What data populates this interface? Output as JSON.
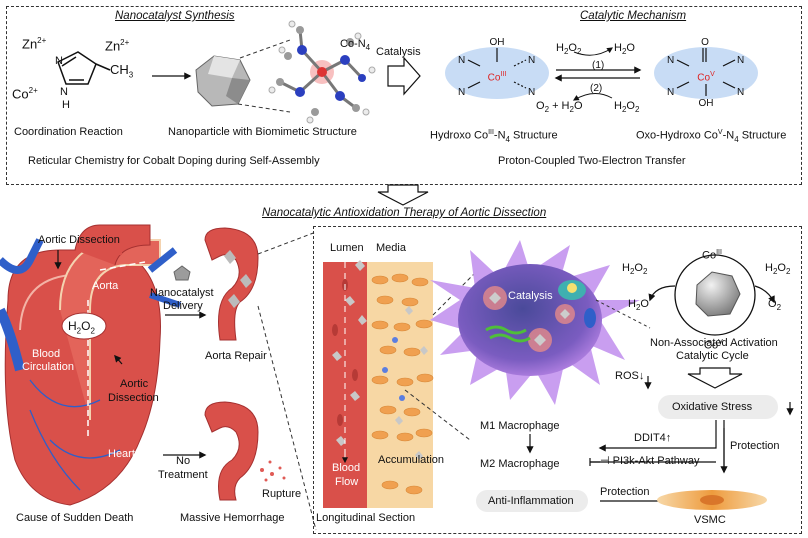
{
  "top": {
    "synthesis_title": "Nanocatalyst Synthesis",
    "mechanism_title": "Catalytic Mechanism",
    "zn_a": "Zn",
    "zn_b": "Zn",
    "co_ion": "Co",
    "ion_charge": "2+",
    "ch3": "CH",
    "ch3_sub": "3",
    "n_atom": "N",
    "h_atom": "H",
    "co_n4": "Co-N",
    "n4_sub": "4",
    "coordination": "Coordination Reaction",
    "nanoparticle": "Nanoparticle with Biomimetic Structure",
    "reticular": "Reticular Chemistry for Cobalt Doping during Self-Assembly",
    "catalysis": "Catalysis",
    "oh": "OH",
    "o_atom": "O",
    "co_iii_sup": "III",
    "co_v_sup": "V",
    "h2o2_a": "H",
    "two": "2",
    "o2": "O",
    "h2o": "H",
    "h2o_o": "O",
    "step1": "(1)",
    "step2": "(2)",
    "o2_plus_h2o_a": "O",
    "o2_plus_h2o_b": " + H",
    "hydroxo_a": "Hydroxo Co",
    "hydroxo_b": "-N",
    "hydroxo_c": " Structure",
    "oxo_a": "Oxo-Hydroxo Co",
    "oxo_b": "-N",
    "oxo_c": " Structure",
    "proton": "Proton-Coupled Two-Electron Transfer"
  },
  "bottom": {
    "therapy_title": "Nanocatalytic Antioxidation Therapy of Aortic Dissection",
    "aortic_dissection": "Aortic Dissection",
    "aorta": "Aorta",
    "h2o2_h": "H",
    "h2o2_o": "O",
    "sub2": "2",
    "blood": "Blood",
    "circulation": "Circulation",
    "aortic": "Aortic",
    "dissection": "Dissection",
    "heart": "Heart",
    "sudden_death": "Cause of Sudden Death",
    "nano_delivery_a": "Nanocatalyst",
    "nano_delivery_b": "Delivery",
    "aorta_repair": "Aorta Repair",
    "no": "No",
    "treatment": "Treatment",
    "rupture": "Rupture",
    "hemorrhage": "Massive Hemorrhage",
    "lumen": "Lumen",
    "media": "Media",
    "blood_flow_a": "Blood",
    "blood_flow_b": "Flow",
    "accumulation": "Accumulation",
    "longitudinal": "Longitudinal Section",
    "cell_catalysis": "Catalysis",
    "co_iii_a": "Co",
    "co_iii_sup": "III",
    "co_v_sup": "V",
    "h2o2_l": "H",
    "h2o2_r": "H",
    "h2o_l": "H",
    "o2_r": "O",
    "cycle_a": "Non-Associated Activation",
    "cycle_b": "Catalytic Cycle",
    "ros": "ROS",
    "oxidative": "Oxidative Stress",
    "m1": "M1 Macrophage",
    "m2": "M2 Macrophage",
    "ddit4": "DDIT4",
    "pi3k": "PI3k-Akt Pathway",
    "protection_a": "Protection",
    "protection_b": "Protection",
    "anti_inflammation": "Anti-Inflammation",
    "vsmc": "VSMC",
    "arrow_up": "↑",
    "arrow_down": "↓",
    "inhibit": "⊣"
  },
  "colors": {
    "aorta_red": "#d9504a",
    "vessel_blue": "#2f5fc9",
    "macrophage": "#b77fe0",
    "cell_orange": "#f0a050",
    "pill_blue": "#c8dcf5",
    "gray_panel": "#ececec",
    "catalyst_gray": "#a9a9a9"
  }
}
